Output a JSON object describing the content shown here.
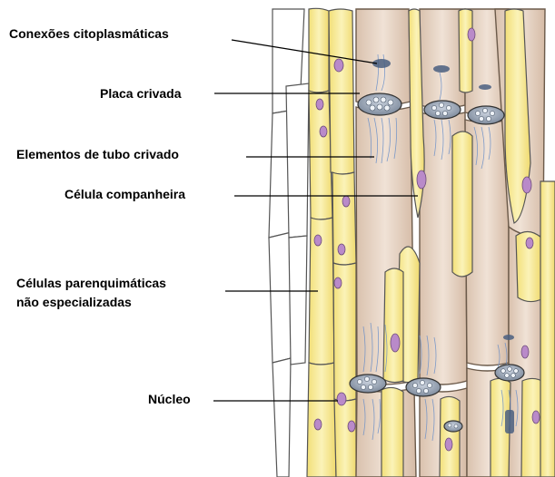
{
  "labels": {
    "conexoes": "Conexões citoplasmáticas",
    "placa": "Placa crivada",
    "elementos": "Elementos de tubo crivado",
    "celula_companheira": "Célula companheira",
    "parenquimaticas_line1": "Células parenquimáticas",
    "parenquimaticas_line2": "não especializadas",
    "nucleo": "Núcleo"
  },
  "colors": {
    "background": "#ffffff",
    "parenchyma_fill": "#f7ec9a",
    "sieve_tube_fill": "#e8d4c4",
    "companion_fill": "#f5e27a",
    "nucleus_fill": "#b98ac9",
    "sieve_plate_fill": "#9aa7b8",
    "cytoplasm_strands": "#6a8fc8",
    "outline": "#333333",
    "leader_line": "#000000"
  }
}
